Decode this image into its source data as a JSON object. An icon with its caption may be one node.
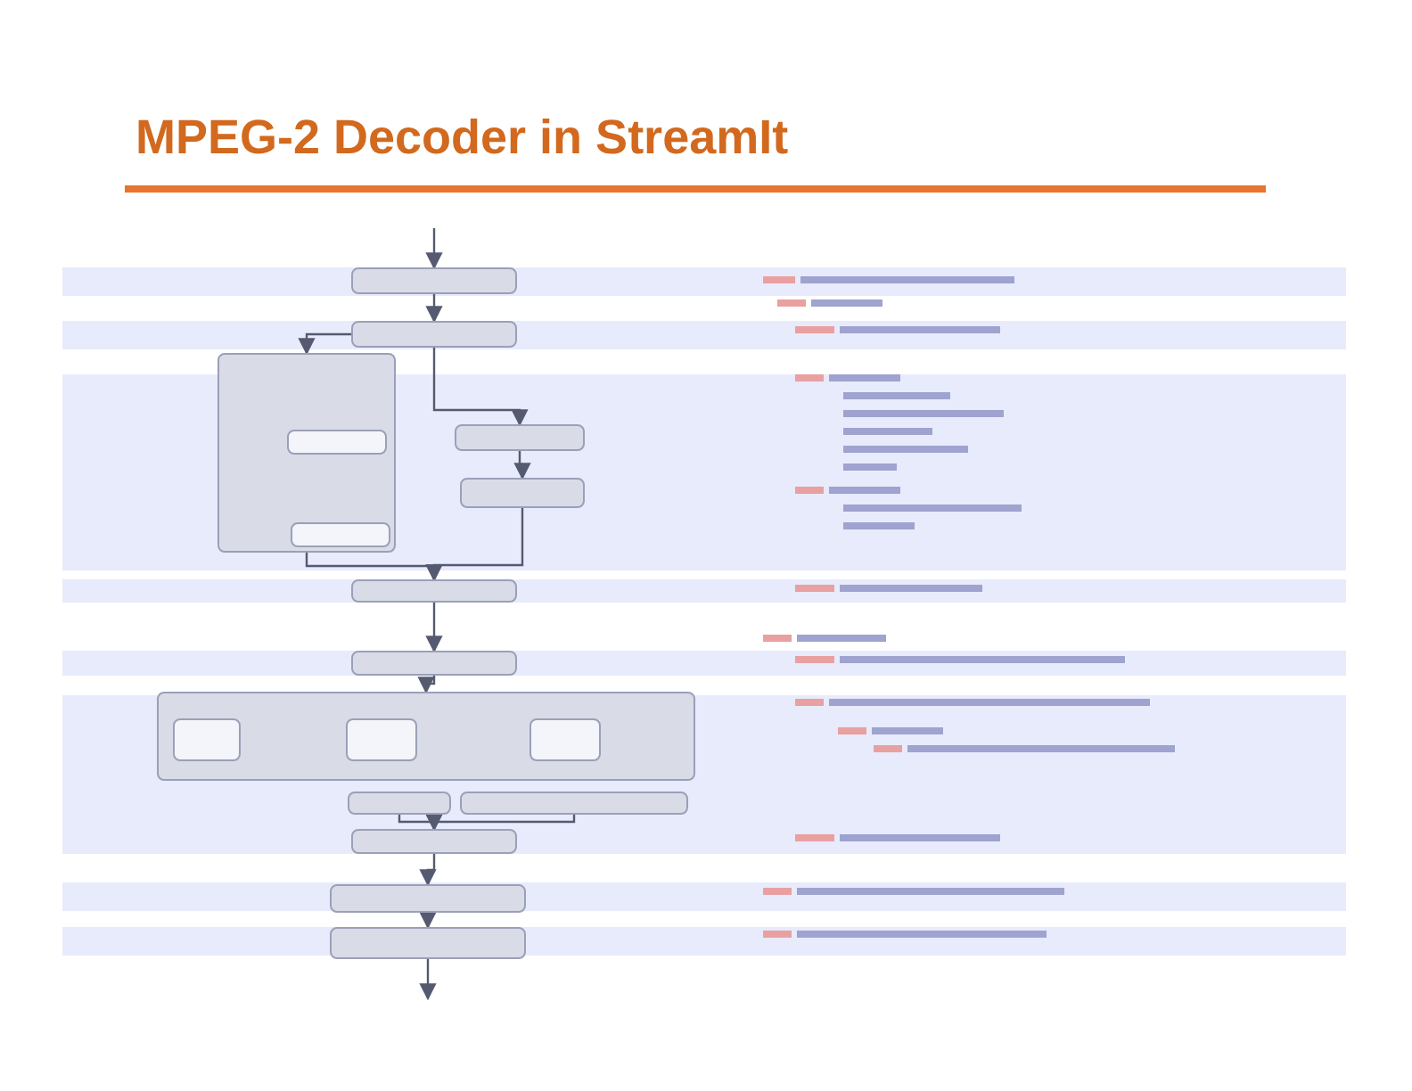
{
  "diagram": {
    "title": "MPEG-2 Decoder in StreamIt",
    "nodes": [
      {
        "text": [],
        "shape": "box"
      },
      {
        "text": [],
        "shape": "box"
      },
      {
        "text": [],
        "shape": "box"
      },
      {
        "text": [],
        "shape": "box",
        "in": 2
      },
      {
        "text": [],
        "shape": "box",
        "in": 2
      },
      {
        "text": [],
        "shape": "box"
      },
      {
        "text": [],
        "shape": "box"
      },
      {
        "text": [],
        "shape": "box"
      },
      {
        "text": [],
        "shape": "box"
      },
      {
        "text": [],
        "shape": "box"
      },
      {
        "text": [],
        "shape": "box",
        "in": 9
      },
      {
        "text": [],
        "shape": "box",
        "in": 9
      },
      {
        "text": [],
        "shape": "box",
        "in": 9
      },
      {
        "text": [],
        "shape": "box"
      },
      {
        "text": [],
        "shape": "box"
      },
      {
        "text": [],
        "shape": "box"
      },
      {
        "text": [],
        "shape": "box"
      },
      {
        "text": [],
        "shape": "box"
      }
    ],
    "edges": [
      {
        "from": null,
        "to": 0,
        "arrow": "to"
      },
      {
        "from": 0,
        "to": 1,
        "arrow": "to"
      },
      {
        "from": 1,
        "to": 2,
        "arrow": "to"
      },
      {
        "from": 1,
        "to": 5,
        "arrow": "to"
      },
      {
        "from": 5,
        "to": 6,
        "arrow": "to"
      },
      {
        "from": 2,
        "to": 7,
        "arrow": "to"
      },
      {
        "from": 6,
        "to": 7,
        "arrow": "to"
      },
      {
        "from": 7,
        "to": 8,
        "arrow": "to"
      },
      {
        "from": 8,
        "to": 9,
        "arrow": "to"
      },
      {
        "from": 13,
        "to": 15,
        "arrow": "to"
      },
      {
        "from": 14,
        "to": 15,
        "arrow": "to"
      },
      {
        "from": 15,
        "to": 16,
        "arrow": "to"
      },
      {
        "from": 16,
        "to": 17,
        "arrow": "to"
      },
      {
        "from": 17,
        "to": null,
        "arrow": "to"
      }
    ]
  }
}
